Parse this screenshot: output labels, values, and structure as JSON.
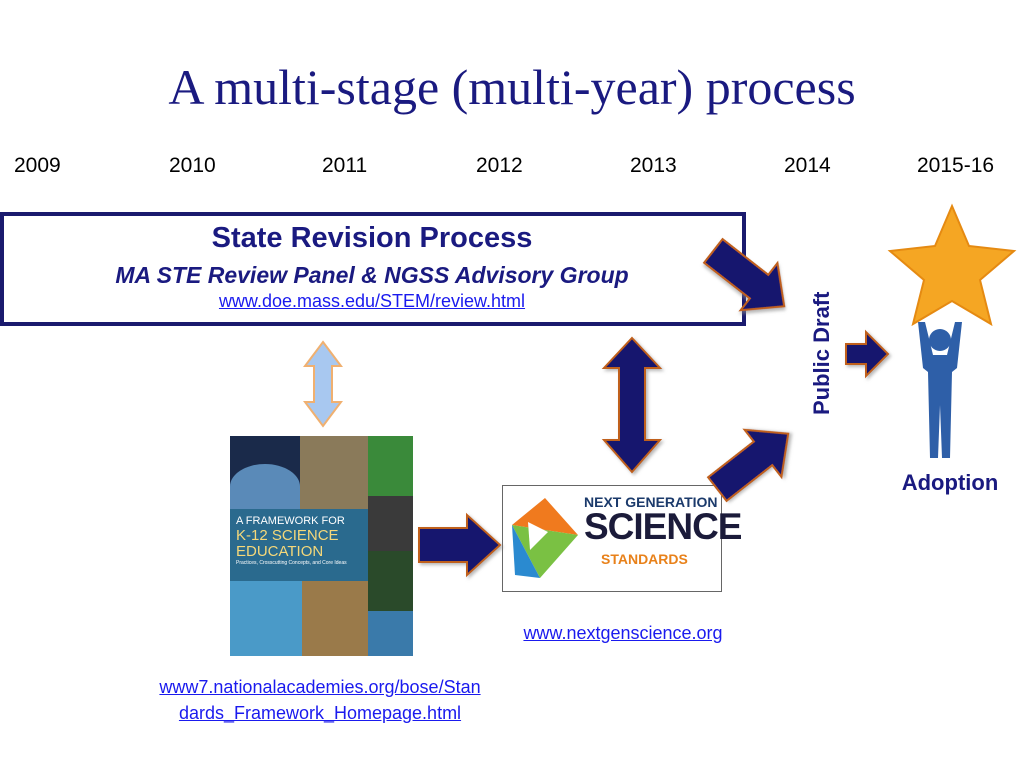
{
  "title": "A multi-stage (multi-year) process",
  "years": [
    "2009",
    "2010",
    "2011",
    "2012",
    "2013",
    "2014",
    "2015-16"
  ],
  "state_revision": {
    "title": "State Revision Process",
    "subtitle": "MA STE Review Panel & NGSS Advisory Group",
    "link": "www.doe.mass.edu/STEM/review.html"
  },
  "framework": {
    "book_line1": "A FRAMEWORK FOR",
    "book_line2": "K-12 SCIENCE",
    "book_line3": "EDUCATION",
    "book_sub": "Practices, Crosscutting Concepts, and Core Ideas",
    "link_line1": "www7.nationalacademies.org/bose/Stan",
    "link_line2": "dards_Framework_Homepage.html"
  },
  "ngss": {
    "line1": "NEXT GENERATION",
    "line2": "SCIENCE",
    "line3": "STANDARDS",
    "link": "www.nextgenscience.org"
  },
  "public_draft_label": "Public Draft",
  "adoption_label": "Adoption",
  "colors": {
    "title": "#1a1a80",
    "arrow_fill": "#14146e",
    "arrow_outline": "#c0601a",
    "light_arrow_fill": "#a8c8f0",
    "light_arrow_outline": "#f0b070",
    "star": "#f5a623",
    "figure": "#2e5fa8"
  }
}
